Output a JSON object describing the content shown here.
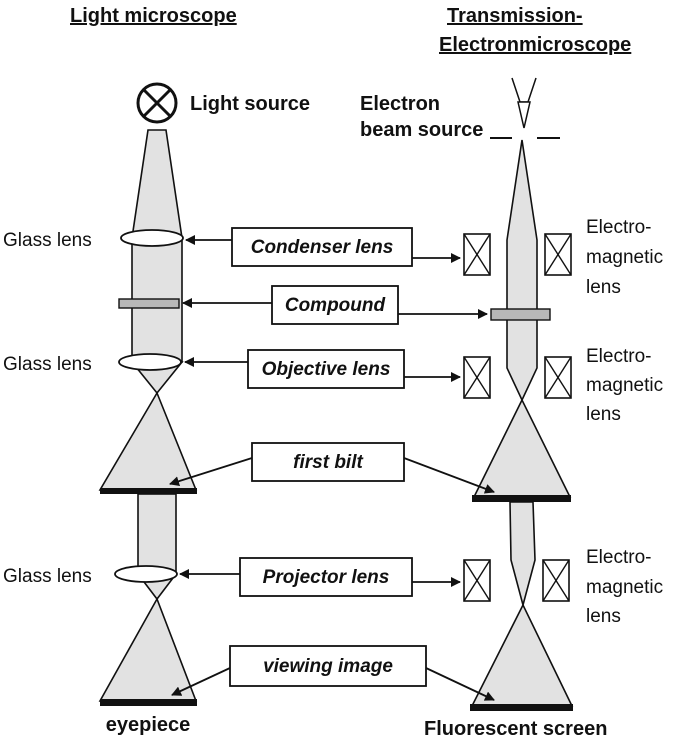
{
  "titles": {
    "left": "Light microscope",
    "right_line1": "Transmission-",
    "right_line2": "Electronmicroscope"
  },
  "sources": {
    "light": "Light source",
    "electron_line1": "Electron",
    "electron_line2": "beam source"
  },
  "left_labels": {
    "glass1": "Glass lens",
    "glass2": "Glass lens",
    "glass3": "Glass lens"
  },
  "right_labels": {
    "em1": [
      "Electro-",
      "magnetic",
      "lens"
    ],
    "em2": [
      "Electro-",
      "magnetic",
      "lens"
    ],
    "em3": [
      "Electro-",
      "magnetic",
      "lens"
    ]
  },
  "center_boxes": {
    "condenser": "Condenser lens",
    "compound": "Compound",
    "objective": "Objective lens",
    "first_bilt": "first bilt",
    "projector": "Projector lens",
    "viewing": "viewing image"
  },
  "bottom": {
    "left": "eyepiece",
    "right": "Fluorescent screen"
  },
  "colors": {
    "beam_fill": "#e2e2e2",
    "plate_fill": "#b8b8b8",
    "stroke": "#111111"
  },
  "icons": {
    "light_source": "x-circle-icon",
    "electron_gun": "filament-icon",
    "em_coil": "x-box-icon"
  }
}
